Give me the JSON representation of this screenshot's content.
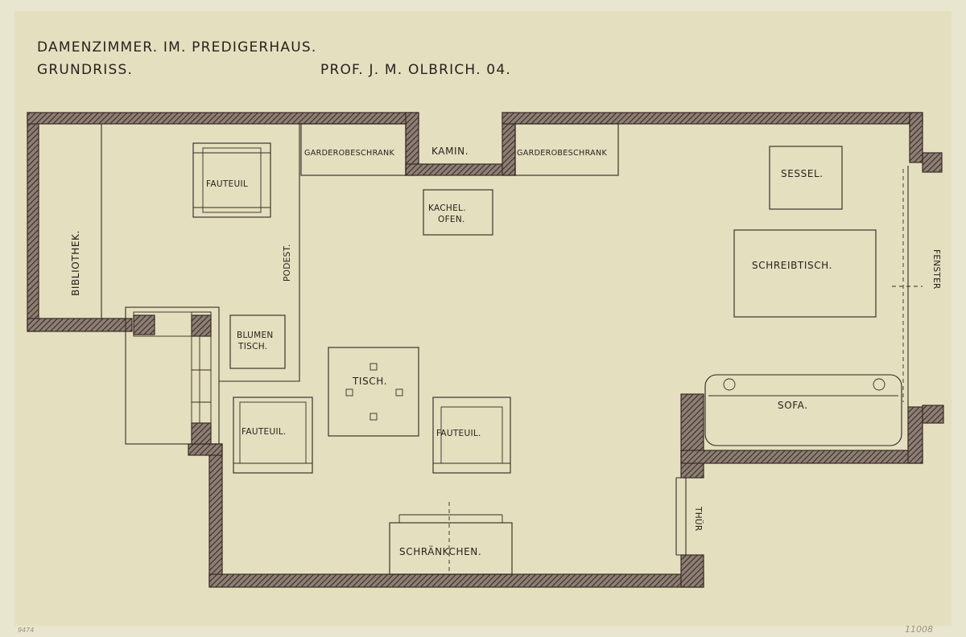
{
  "heading": {
    "line1": "DAMENZIMMER. IM. PREDIGERHAUS.",
    "line2": "GRUNDRISS.",
    "author": "PROF. J. M. OLBRICH. 04."
  },
  "labels": {
    "bibliothek": "BIBLIOTHEK.",
    "fauteuil_top": "FAUTEUIL",
    "podest": "PODEST.",
    "blumen_1": "BLUMEN",
    "blumen_2": "TISCH.",
    "garderobe_left": "GARDEROBESCHRANK",
    "kamin": "KAMIN.",
    "garderobe_right": "GARDEROBESCHRANK",
    "kachel_1": "KACHEL.",
    "kachel_2": "OFEN.",
    "sessel": "SESSEL.",
    "schreibtisch": "SCHREIBTISCH.",
    "fenster": "FENSTER",
    "tisch": "TISCH.",
    "fauteuil_left": "FAUTEUIL.",
    "fauteuil_mid": "FAUTEUIL.",
    "sofa": "SOFA.",
    "thuer": "THÜR",
    "schraenkchen": "SCHRÄNKCHEN."
  },
  "corner_marks": {
    "left": "9474",
    "right": "11008"
  }
}
